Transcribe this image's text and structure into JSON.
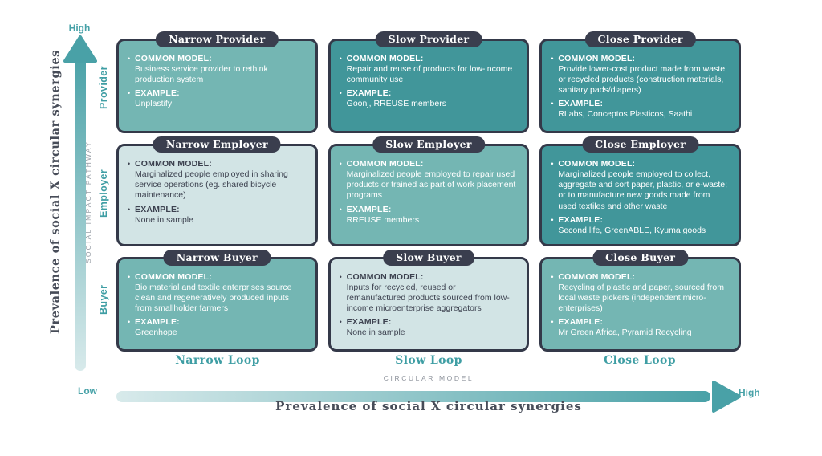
{
  "y_axis": {
    "title": "Prevalence of social X circular synergies",
    "high_label": "High",
    "pathway_label": "SOCIAL IMPACT PATHWAY",
    "rows": [
      "Provider",
      "Employer",
      "Buyer"
    ]
  },
  "x_axis": {
    "title": "Prevalence of social X circular synergies",
    "low_label": "Low",
    "high_label": "High",
    "model_label": "CIRCULAR MODEL",
    "columns": [
      "Narrow Loop",
      "Slow Loop",
      "Close Loop"
    ]
  },
  "labels": {
    "common_model": "COMMON MODEL:",
    "example": "EXAMPLE:",
    "bullet": "•"
  },
  "colors": {
    "teal_dark": "#41969a",
    "teal_medium": "#74b6b3",
    "teal_light": "#d2e4e5",
    "pill_dark": "#3a3e4e",
    "accent_teal_text": "#3f9ea4",
    "gray_caps": "#8e939c",
    "axis_title_text": "#474c58"
  },
  "cells": [
    {
      "title": "Narrow Provider",
      "common_model": "Business service provider to rethink production system",
      "example": "Unplastify"
    },
    {
      "title": "Slow Provider",
      "common_model": "Repair and reuse of products for low-income community use",
      "example": "Goonj, RREUSE members"
    },
    {
      "title": "Close Provider",
      "common_model": "Provide lower-cost product made from waste or recycled products (construction materials, sanitary pads/diapers)",
      "example": "RLabs, Conceptos Plasticos, Saathi"
    },
    {
      "title": "Narrow Employer",
      "common_model": "Marginalized people employed in sharing service operations (eg. shared bicycle maintenance)",
      "example": "None in sample"
    },
    {
      "title": "Slow Employer",
      "common_model": "Marginalized people employed to repair used products or trained as part of work placement programs",
      "example": "RREUSE members"
    },
    {
      "title": "Close Employer",
      "common_model": "Marginalized people employed to collect, aggregate and sort paper, plastic, or e-waste; or to manufacture new goods made from used textiles and other waste",
      "example": "Second life, GreenABLE, Kyuma goods"
    },
    {
      "title": "Narrow Buyer",
      "common_model": "Bio material and textile enterprises source clean and regeneratively produced inputs from smallholder farmers",
      "example": "Greenhope"
    },
    {
      "title": "Slow Buyer",
      "common_model": "Inputs for recycled, reused or remanufactured products sourced from low- income microenterprise aggregators",
      "example": "None in sample"
    },
    {
      "title": "Close Buyer",
      "common_model": "Recycling of plastic and paper, sourced from local waste pickers (independent micro-enterprises)",
      "example": "Mr Green Africa, Pyramid Recycling"
    }
  ]
}
